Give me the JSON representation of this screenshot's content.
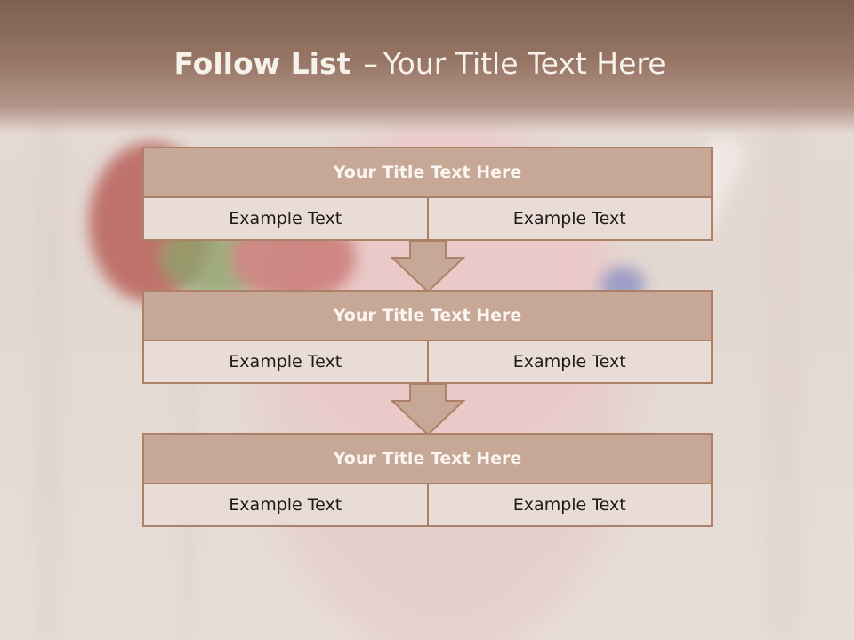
{
  "slide": {
    "title_bold": "Follow List",
    "title_separator": "–",
    "title_rest": "Your Title Text Here"
  },
  "steps": [
    {
      "title": "Your Title Text Here",
      "left": "Example Text",
      "right": "Example Text"
    },
    {
      "title": "Your Title Text Here",
      "left": "Example Text",
      "right": "Example Text"
    },
    {
      "title": "Your Title Text Here",
      "left": "Example Text",
      "right": "Example Text"
    }
  ],
  "colors": {
    "header": "#7d6150",
    "accent_border": "#ad8068",
    "title_fill": "#c7a896",
    "cell_fill": "#e9dbd5"
  }
}
